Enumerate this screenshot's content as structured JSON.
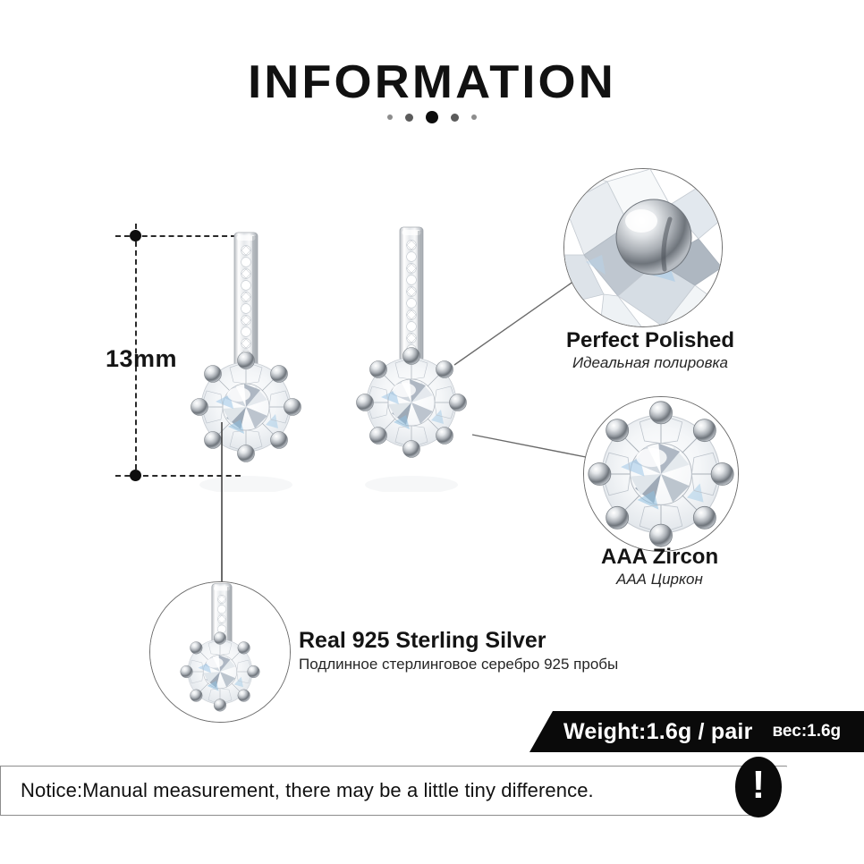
{
  "header": {
    "title": "INFORMATION",
    "dot_count": 5
  },
  "measurement": {
    "label": "13mm"
  },
  "callouts": [
    {
      "id": "perfect-polished",
      "title_en": "Perfect  Polished",
      "title_ru": "Идеальная полировка",
      "magnifier": "polished-prong-closeup"
    },
    {
      "id": "aaa-zircon",
      "title_en": "AAA  Zircon",
      "title_ru": "ААА Циркон",
      "magnifier": "round-brilliant-zircon-closeup"
    },
    {
      "id": "real-925-sterling-silver",
      "title_en": "Real 925  Sterling  Silver",
      "title_ru": "Подлинное стерлинговое серебро 925 пробы",
      "magnifier": "full-earring-closeup"
    }
  ],
  "weight": {
    "label_en": "Weight:1.6g / pair",
    "label_ru": "вес:1.6g"
  },
  "notice": {
    "text": "Notice:Manual measurement, there may be a little tiny difference.",
    "icon": "exclamation-mark"
  },
  "colors": {
    "ink": "#111111",
    "banner_bg": "#0a0a0a",
    "banner_text": "#ffffff",
    "dash_line": "#2a2a2a",
    "leader_line": "#6a6a6a",
    "circle_outline": "#6d6d6d"
  },
  "product": {
    "item": "silver-bar-earrings-with-round-stone",
    "pieces": 2
  }
}
